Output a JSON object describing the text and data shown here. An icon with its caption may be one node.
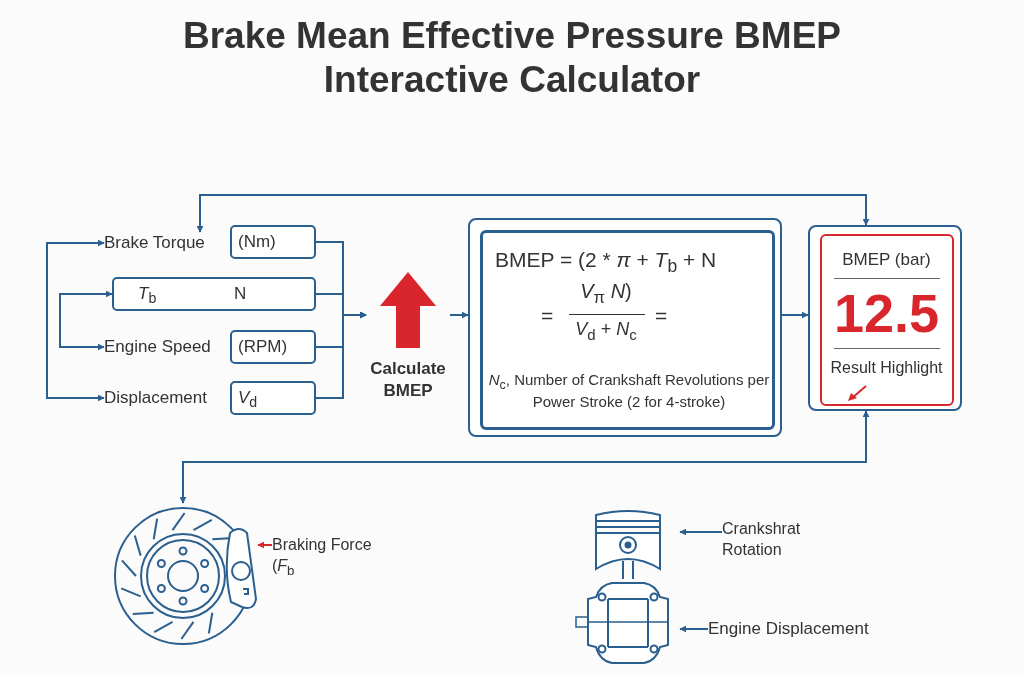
{
  "diagram": {
    "title": "Brake Mean Effective Pressure BMEP Interactive Calculator",
    "nodes": [
      {
        "text": [
          "Brake Torque"
        ]
      },
      {
        "text": [
          "(Nm)"
        ]
      },
      {
        "text": [
          "*T*$_{b}$",
          "N"
        ]
      },
      {
        "text": [
          "Engine Speed"
        ]
      },
      {
        "text": [
          "(RPM)"
        ]
      },
      {
        "text": [
          "Displacement"
        ]
      },
      {
        "text": [
          "*V*$_{d}$"
        ]
      },
      {
        "text": [
          "Calculate BMEP"
        ]
      },
      {
        "text": [],
        "shape": "box"
      },
      {
        "text": [
          "BMEP = (2 * *π* + *T*$_{b}$ + N",
          "=",
          "*V*$_{π}$ *N*)",
          "*V*$_{d}$ + *N*$_{c}$",
          "=",
          "*N*$_{c}$, Number of Crankshaft Revolutions per Power Stroke (2 for 4-stroke)"
        ],
        "in": 8
      },
      {
        "text": [],
        "shape": "box"
      },
      {
        "text": [
          "BMEP (bar)",
          "12.5",
          "Result Highlight"
        ],
        "in": 10
      },
      {
        "text": [],
        "shape": "picture"
      },
      {
        "text": [
          "Braking Force (*F*$_{b}$"
        ]
      },
      {
        "text": [],
        "shape": "picture"
      },
      {
        "text": [
          "Crankshrat Rotation"
        ]
      },
      {
        "text": [
          "Engine Displacement"
        ]
      }
    ],
    "edges": [
      {
        "from": 0,
        "to": 5,
        "arrow": "both"
      },
      {
        "from": 2,
        "to": 3,
        "arrow": "both"
      },
      {
        "from": 1,
        "to": 7,
        "arrow": "to"
      },
      {
        "from": 2,
        "to": 7,
        "arrow": "to"
      },
      {
        "from": 4,
        "to": 7,
        "arrow": "to"
      },
      {
        "from": 6,
        "to": 7,
        "arrow": "to"
      },
      {
        "from": 7,
        "to": 8,
        "arrow": "to"
      },
      {
        "from": 8,
        "to": 10,
        "arrow": "to"
      },
      {
        "from": 0,
        "to": 10,
        "arrow": "both"
      },
      {
        "from": 10,
        "to": 12,
        "arrow": "both"
      },
      {
        "from": 13,
        "to": 12,
        "arrow": "to",
        "color": "#d9262c"
      },
      {
        "from": 15,
        "to": 14,
        "arrow": "to"
      },
      {
        "from": 16,
        "to": 14,
        "arrow": "to"
      }
    ]
  }
}
